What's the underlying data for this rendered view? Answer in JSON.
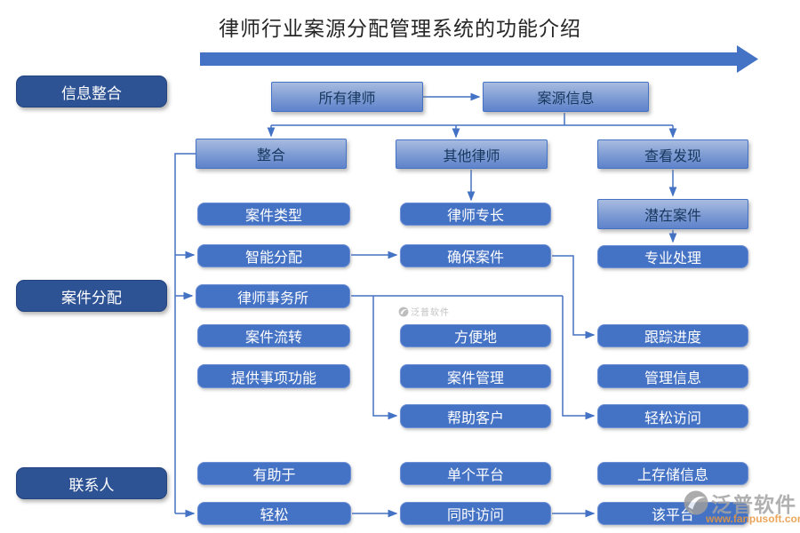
{
  "title": "律师行业案源分配管理系统的功能介绍",
  "colors": {
    "accent": "#4472c4",
    "sidebar_fill": "#2e5395",
    "gradient_top": "#a9bce0",
    "gradient_bottom": "#5e83cb",
    "gradient_text": "#17375e",
    "watermark_gray": "#a3a3a3",
    "watermark_orange": "#e8973f"
  },
  "sidebar": {
    "items": [
      {
        "label": "信息整合"
      },
      {
        "label": "案件分配"
      },
      {
        "label": "联系人"
      }
    ]
  },
  "nodes": {
    "all_lawyers": "所有律师",
    "case_source_info": "案源信息",
    "integrate": "整合",
    "other_lawyers": "其他律师",
    "view_discover": "查看发现",
    "case_type": "案件类型",
    "lawyer_expertise": "律师专长",
    "potential_cases": "潜在案件",
    "smart_allocation": "智能分配",
    "ensure_cases": "确保案件",
    "professional_handling": "专业处理",
    "law_firm": "律师事务所",
    "case_flow": "案件流转",
    "conveniently": "方便地",
    "track_progress": "跟踪进度",
    "provide_item_functions": "提供事项功能",
    "case_management": "案件管理",
    "manage_info": "管理信息",
    "help_customers": "帮助客户",
    "easy_access": "轻松访问",
    "helps": "有助于",
    "single_platform": "单个平台",
    "store_info": "上存储信息",
    "easily": "轻松",
    "simultaneous_access": "同时访问",
    "the_platform": "该平台"
  },
  "watermark": {
    "small_text": "泛普软件",
    "large_text": "泛普软件",
    "url": "www.fanpusoft.com"
  }
}
